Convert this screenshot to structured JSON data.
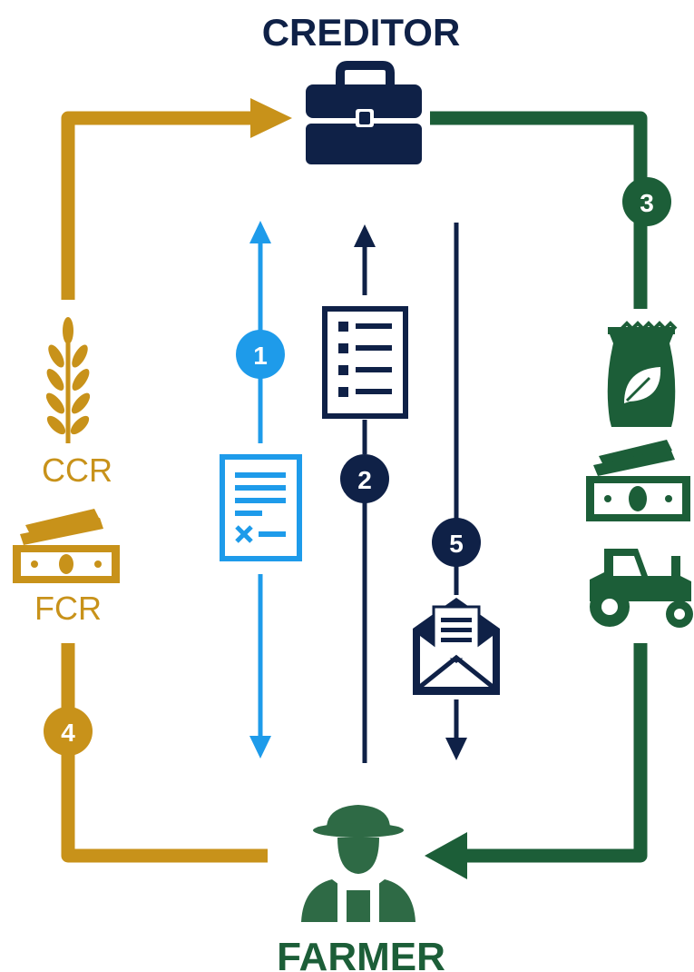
{
  "creditor": {
    "label": "CREDITOR"
  },
  "farmer": {
    "label": "FARMER"
  },
  "steps": {
    "s1": "1",
    "s2": "2",
    "s3": "3",
    "s4": "4",
    "s5": "5"
  },
  "left_labels": {
    "ccr": "CCR",
    "fcr": "FCR"
  },
  "colors": {
    "gold": "#C8921A",
    "green": "#1C5E38",
    "navy": "#0F2147",
    "blue": "#1E9BEA",
    "farmer_green": "#2E6A45"
  },
  "icons": {
    "creditor": "briefcase-icon",
    "farmer": "farmer-icon",
    "wheat": "wheat-icon",
    "money": "money-icon",
    "seed_bag": "seed-bag-icon",
    "tractor": "tractor-icon",
    "document": "document-icon",
    "checklist": "checklist-icon",
    "envelope": "envelope-icon"
  }
}
